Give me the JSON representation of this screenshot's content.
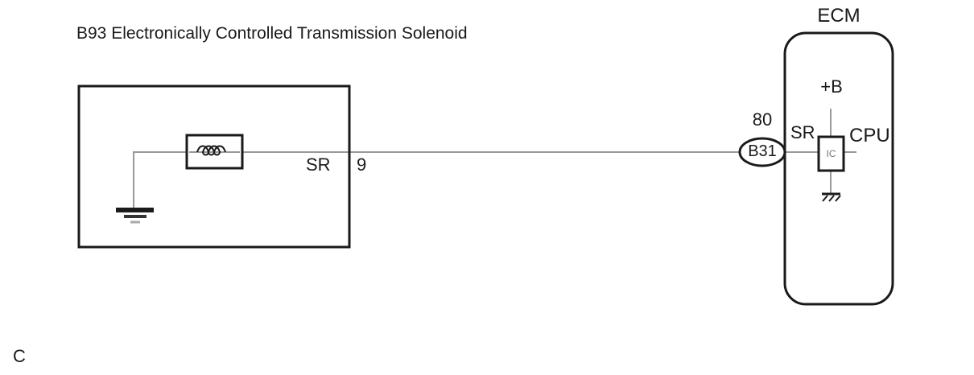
{
  "diagram": {
    "title": "B93 Electronically Controlled Transmission Solenoid",
    "page_marker": "C",
    "solenoid": {
      "wire_label": "SR",
      "terminal_number": "9"
    },
    "connector": {
      "terminal_number": "80",
      "connector_code": "B31"
    },
    "ecm": {
      "title": "ECM",
      "wire_label": "SR",
      "power_label": "+B",
      "ic_label": "IC",
      "cpu_label": "CPU"
    },
    "colors": {
      "line": "#1a1a1a",
      "wire": "#999999",
      "ic_text": "#777777",
      "ground_fade": "#aaaaaa",
      "background": "#ffffff"
    }
  }
}
